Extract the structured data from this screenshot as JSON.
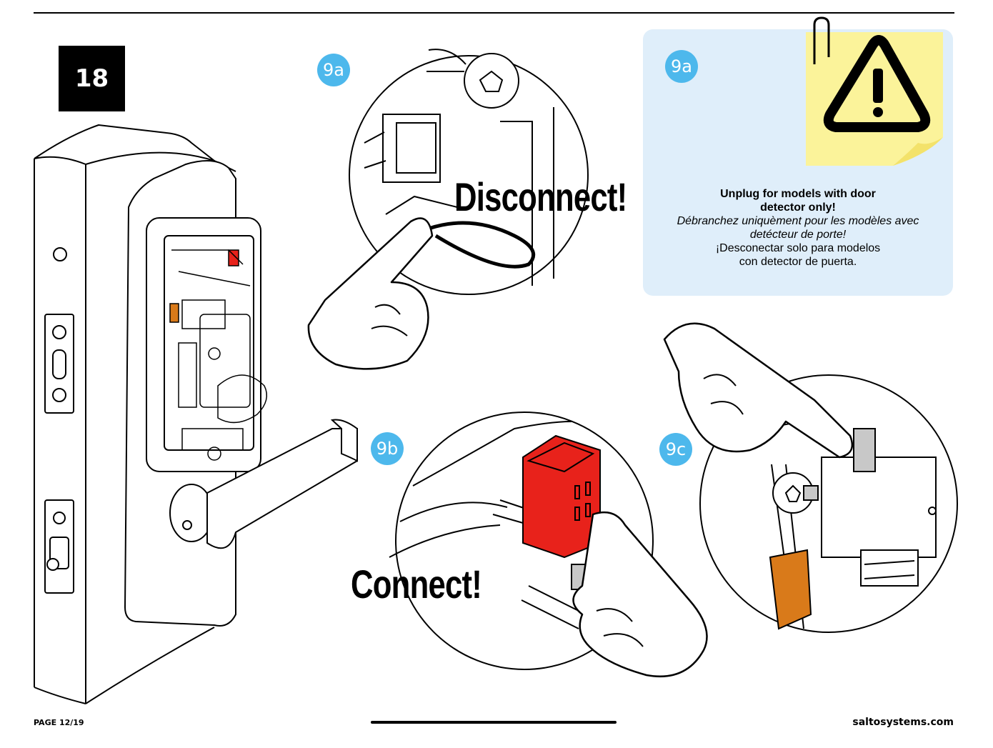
{
  "step": {
    "number": "18"
  },
  "badges": {
    "a1": "9a",
    "a2": "9a",
    "b": "9b",
    "c": "9c"
  },
  "callouts": {
    "disconnect": "Disconnect!",
    "connect": "Connect!"
  },
  "note": {
    "en_line1": "Unplug for models with door",
    "en_line2": "detector only!",
    "fr_line1": "Débranchez uniquèment pour les modèles avec",
    "fr_line2": "detécteur de porte!",
    "es_line1": "¡Desconectar solo para modelos",
    "es_line2": "con detector de puerta."
  },
  "footer": {
    "page": "PAGE 12/19",
    "site": "saltosystems.com"
  },
  "colors": {
    "badge": "#4db8ec",
    "note_panel": "#dfeefa",
    "sticky_note": "#fbf39a",
    "connector": "#e8221b",
    "orange": "#d97a1a"
  },
  "icons": [
    "warning-icon",
    "paperclip-icon"
  ]
}
